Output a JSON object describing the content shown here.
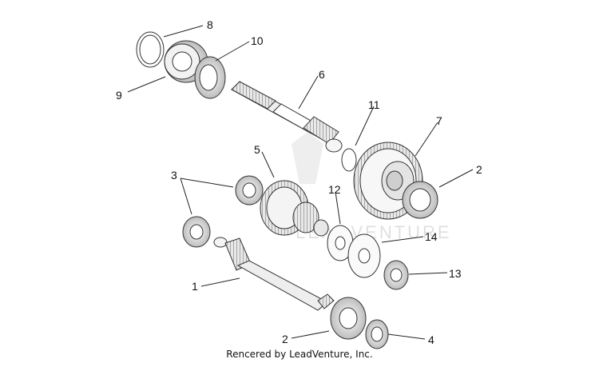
{
  "diagram": {
    "labels": [
      "8",
      "10",
      "9",
      "6",
      "11",
      "7",
      "5",
      "3",
      "12",
      "2",
      "14",
      "13",
      "1",
      "2",
      "4"
    ],
    "watermark": "LEADVENTURE"
  },
  "footer": {
    "credit": "Rencered by LeadVenture, Inc."
  }
}
